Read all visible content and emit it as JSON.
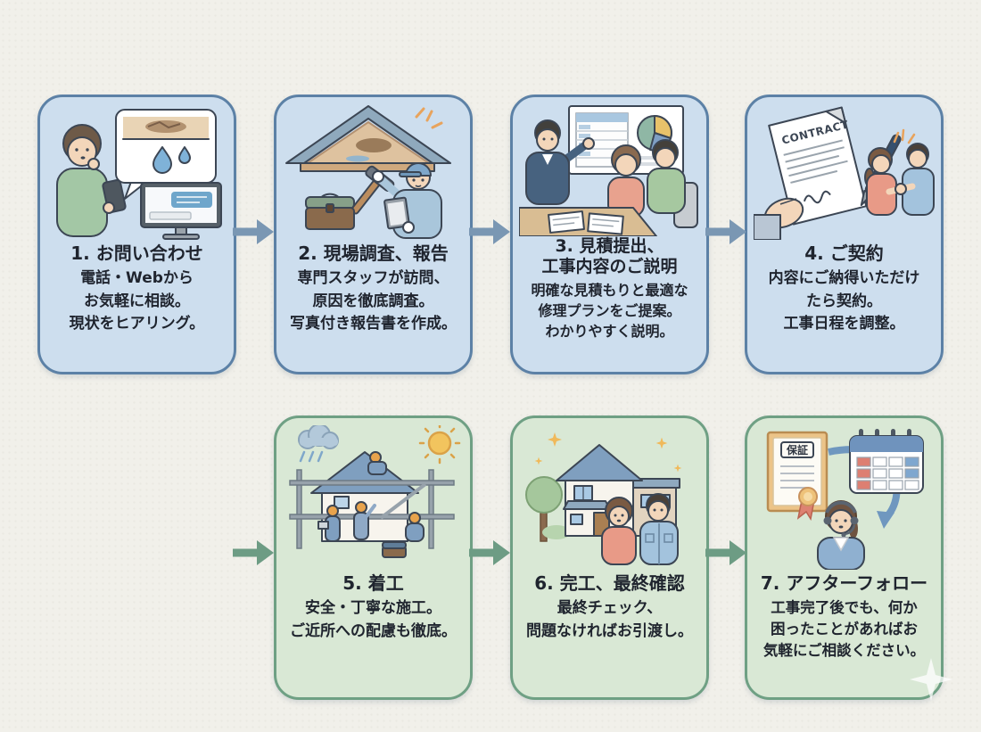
{
  "diagram": {
    "kind": "process-flow",
    "language": "ja",
    "rows": 2,
    "step_count": 7
  },
  "palette": {
    "page_background": "#f1f0ea",
    "blue_card_bg": "#cddeee",
    "blue_card_border": "#5c81a6",
    "blue_arrow": "#7a97b3",
    "green_card_bg": "#d9e8d5",
    "green_card_border": "#6fa084",
    "green_arrow": "#6d9c84",
    "text": "#1f242e"
  },
  "steps": [
    {
      "id": 1,
      "theme": "blue",
      "title": "1. お問い合わせ",
      "body": "電話・Webから\nお気軽に相談。\n現状をヒアリング。",
      "illustration": "person-with-phone-leak-bubble-and-monitor"
    },
    {
      "id": 2,
      "theme": "blue",
      "title": "2. 現場調査、報告",
      "body": "専門スタッフが訪問、\n原因を徹底調査。\n写真付き報告書を作成。",
      "illustration": "inspector-at-damaged-attic-with-toolbox"
    },
    {
      "id": 3,
      "theme": "blue",
      "title": "3. 見積提出、\n工事内容のご説明",
      "body": "明確な見積もりと最適な\n修理プランをご提案。\nわかりやすく説明。",
      "illustration": "salesman-presenting-estimate-to-couple"
    },
    {
      "id": 4,
      "theme": "blue",
      "title": "4. ご契約",
      "body": "内容にご納得いただけ\nたら契約。\n工事日程を調整。",
      "illustration": "contract-paper-pen-and-handshake"
    },
    {
      "id": 5,
      "theme": "green",
      "title": "5. 着工",
      "body": "安全・丁寧な施工。\nご近所への配慮も徹底。",
      "illustration": "workers-on-scaffolding-roof-repair"
    },
    {
      "id": 6,
      "theme": "green",
      "title": "6. 完工、最終確認",
      "body": "最終チェック、\n問題なければお引渡し。",
      "illustration": "finished-house-with-owner-and-worker"
    },
    {
      "id": 7,
      "theme": "green",
      "title": "7. アフターフォロー",
      "body": "工事完了後でも、何か\n困ったことがあればお\n気軽にご相談ください。",
      "illustration": "warranty-calendar-support-operator-cycle"
    }
  ],
  "illustration_labels": {
    "contract_doc": "CONTRACT",
    "warranty_seal": "保証"
  },
  "icons": {
    "flow_arrow": "right-arrow",
    "corner_sparkle": "four-point-star"
  }
}
